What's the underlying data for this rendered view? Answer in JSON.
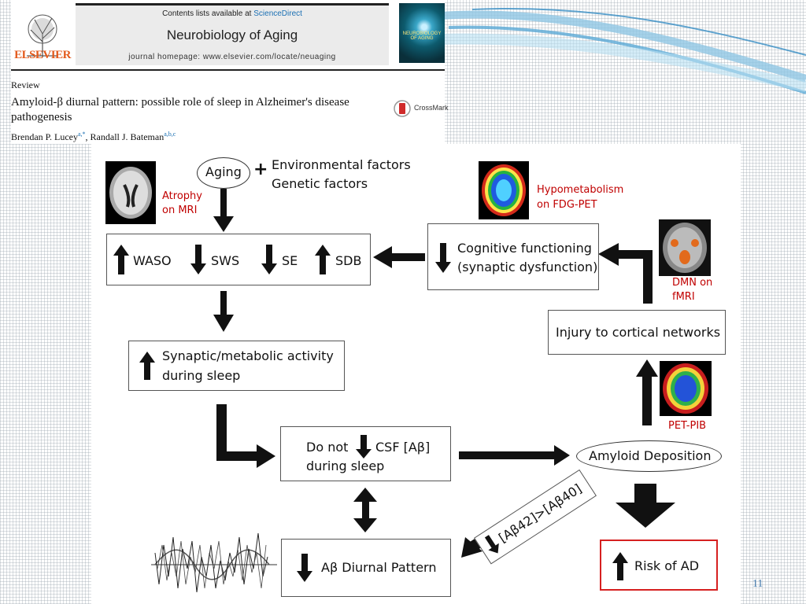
{
  "article": {
    "contents_prefix": "Contents lists available at ",
    "contents_link": "ScienceDirect",
    "journal_name": "Neurobiology of Aging",
    "journal_homepage": "journal homepage: www.elsevier.com/locate/neuaging",
    "publisher": "ELSEVIER",
    "cover_text": "NEUROBIOLOGY OF AGING",
    "section": "Review",
    "title": "Amyloid-β diurnal pattern: possible role of sleep in Alzheimer's disease pathogenesis",
    "authors": "Brendan P. Lucey , Randall J. Bateman",
    "author1": "Brendan P. Lucey",
    "author1_sup": "a,*",
    "author2": "Randall J. Bateman",
    "author2_sup": "a,b,c",
    "crossmark": "CrossMark"
  },
  "diagram": {
    "aging": "Aging",
    "plus": "+",
    "env_factors": "Environmental factors",
    "genetic_factors": "Genetic factors",
    "atrophy_l1": "Atrophy",
    "atrophy_l2": "on MRI",
    "hypo_l1": "Hypometabolism",
    "hypo_l2": "on FDG-PET",
    "sleep_items": [
      "WASO",
      "SWS",
      "SE",
      "SDB"
    ],
    "cog_l1": "Cognitive functioning",
    "cog_l2": "(synaptic dysfunction)",
    "dmn_l1": "DMN on",
    "dmn_l2": "fMRI",
    "injury": "Injury to cortical networks",
    "syn_l1": "Synaptic/metabolic activity",
    "syn_l2": "during sleep",
    "pet_pib": "PET-PIB",
    "donot_l1a": "Do not",
    "donot_l1b": "CSF [Aβ]",
    "donot_l2": "during sleep",
    "amyloid": "Amyloid Deposition",
    "ratio": "[Aβ42]>[Aβ40]",
    "diurnal": "Aβ Diurnal Pattern",
    "risk": "Risk of AD"
  },
  "page_number": "11",
  "colors": {
    "red_label": "#c00000",
    "risk_border": "#d62020",
    "link": "#1a6fb3",
    "elsevier": "#e35a1c",
    "page_number": "#4a7fb0"
  }
}
